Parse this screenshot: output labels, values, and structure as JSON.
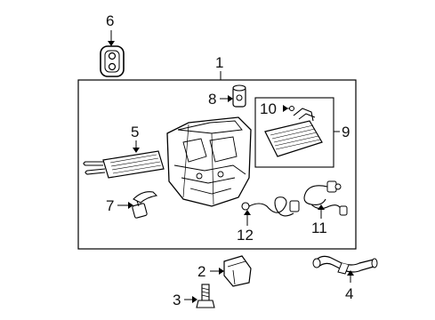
{
  "diagram": {
    "callouts": {
      "c1": "1",
      "c2": "2",
      "c3": "3",
      "c4": "4",
      "c5": "5",
      "c6": "6",
      "c7": "7",
      "c8": "8",
      "c9": "9",
      "c10": "10",
      "c11": "11",
      "c12": "12"
    },
    "parts": [
      "grommet",
      "bracket",
      "bolt",
      "drain-hose",
      "heater-core",
      "air-temperature-sensor",
      "expansion-valve",
      "evaporator",
      "thermistor",
      "harness-left",
      "harness-right",
      "heater-unit-assembly"
    ],
    "line_color": "#000000",
    "background": "#ffffff"
  }
}
